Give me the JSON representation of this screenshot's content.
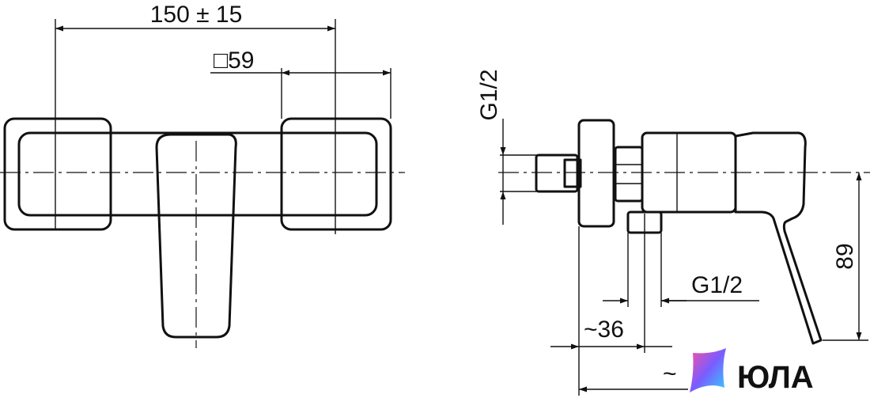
{
  "dimensions": {
    "overall_width": "150 ± 15",
    "square_size": "□59",
    "inlet_thread": "G1/2",
    "outlet_thread": "G1/2",
    "depth_36": "~36",
    "height_89": "89",
    "depth_bottom": "~"
  },
  "logo": {
    "text": "ЮЛА",
    "colors": {
      "a": "#ff4fa3",
      "b": "#7a5cff",
      "c": "#2fd3ff"
    }
  }
}
